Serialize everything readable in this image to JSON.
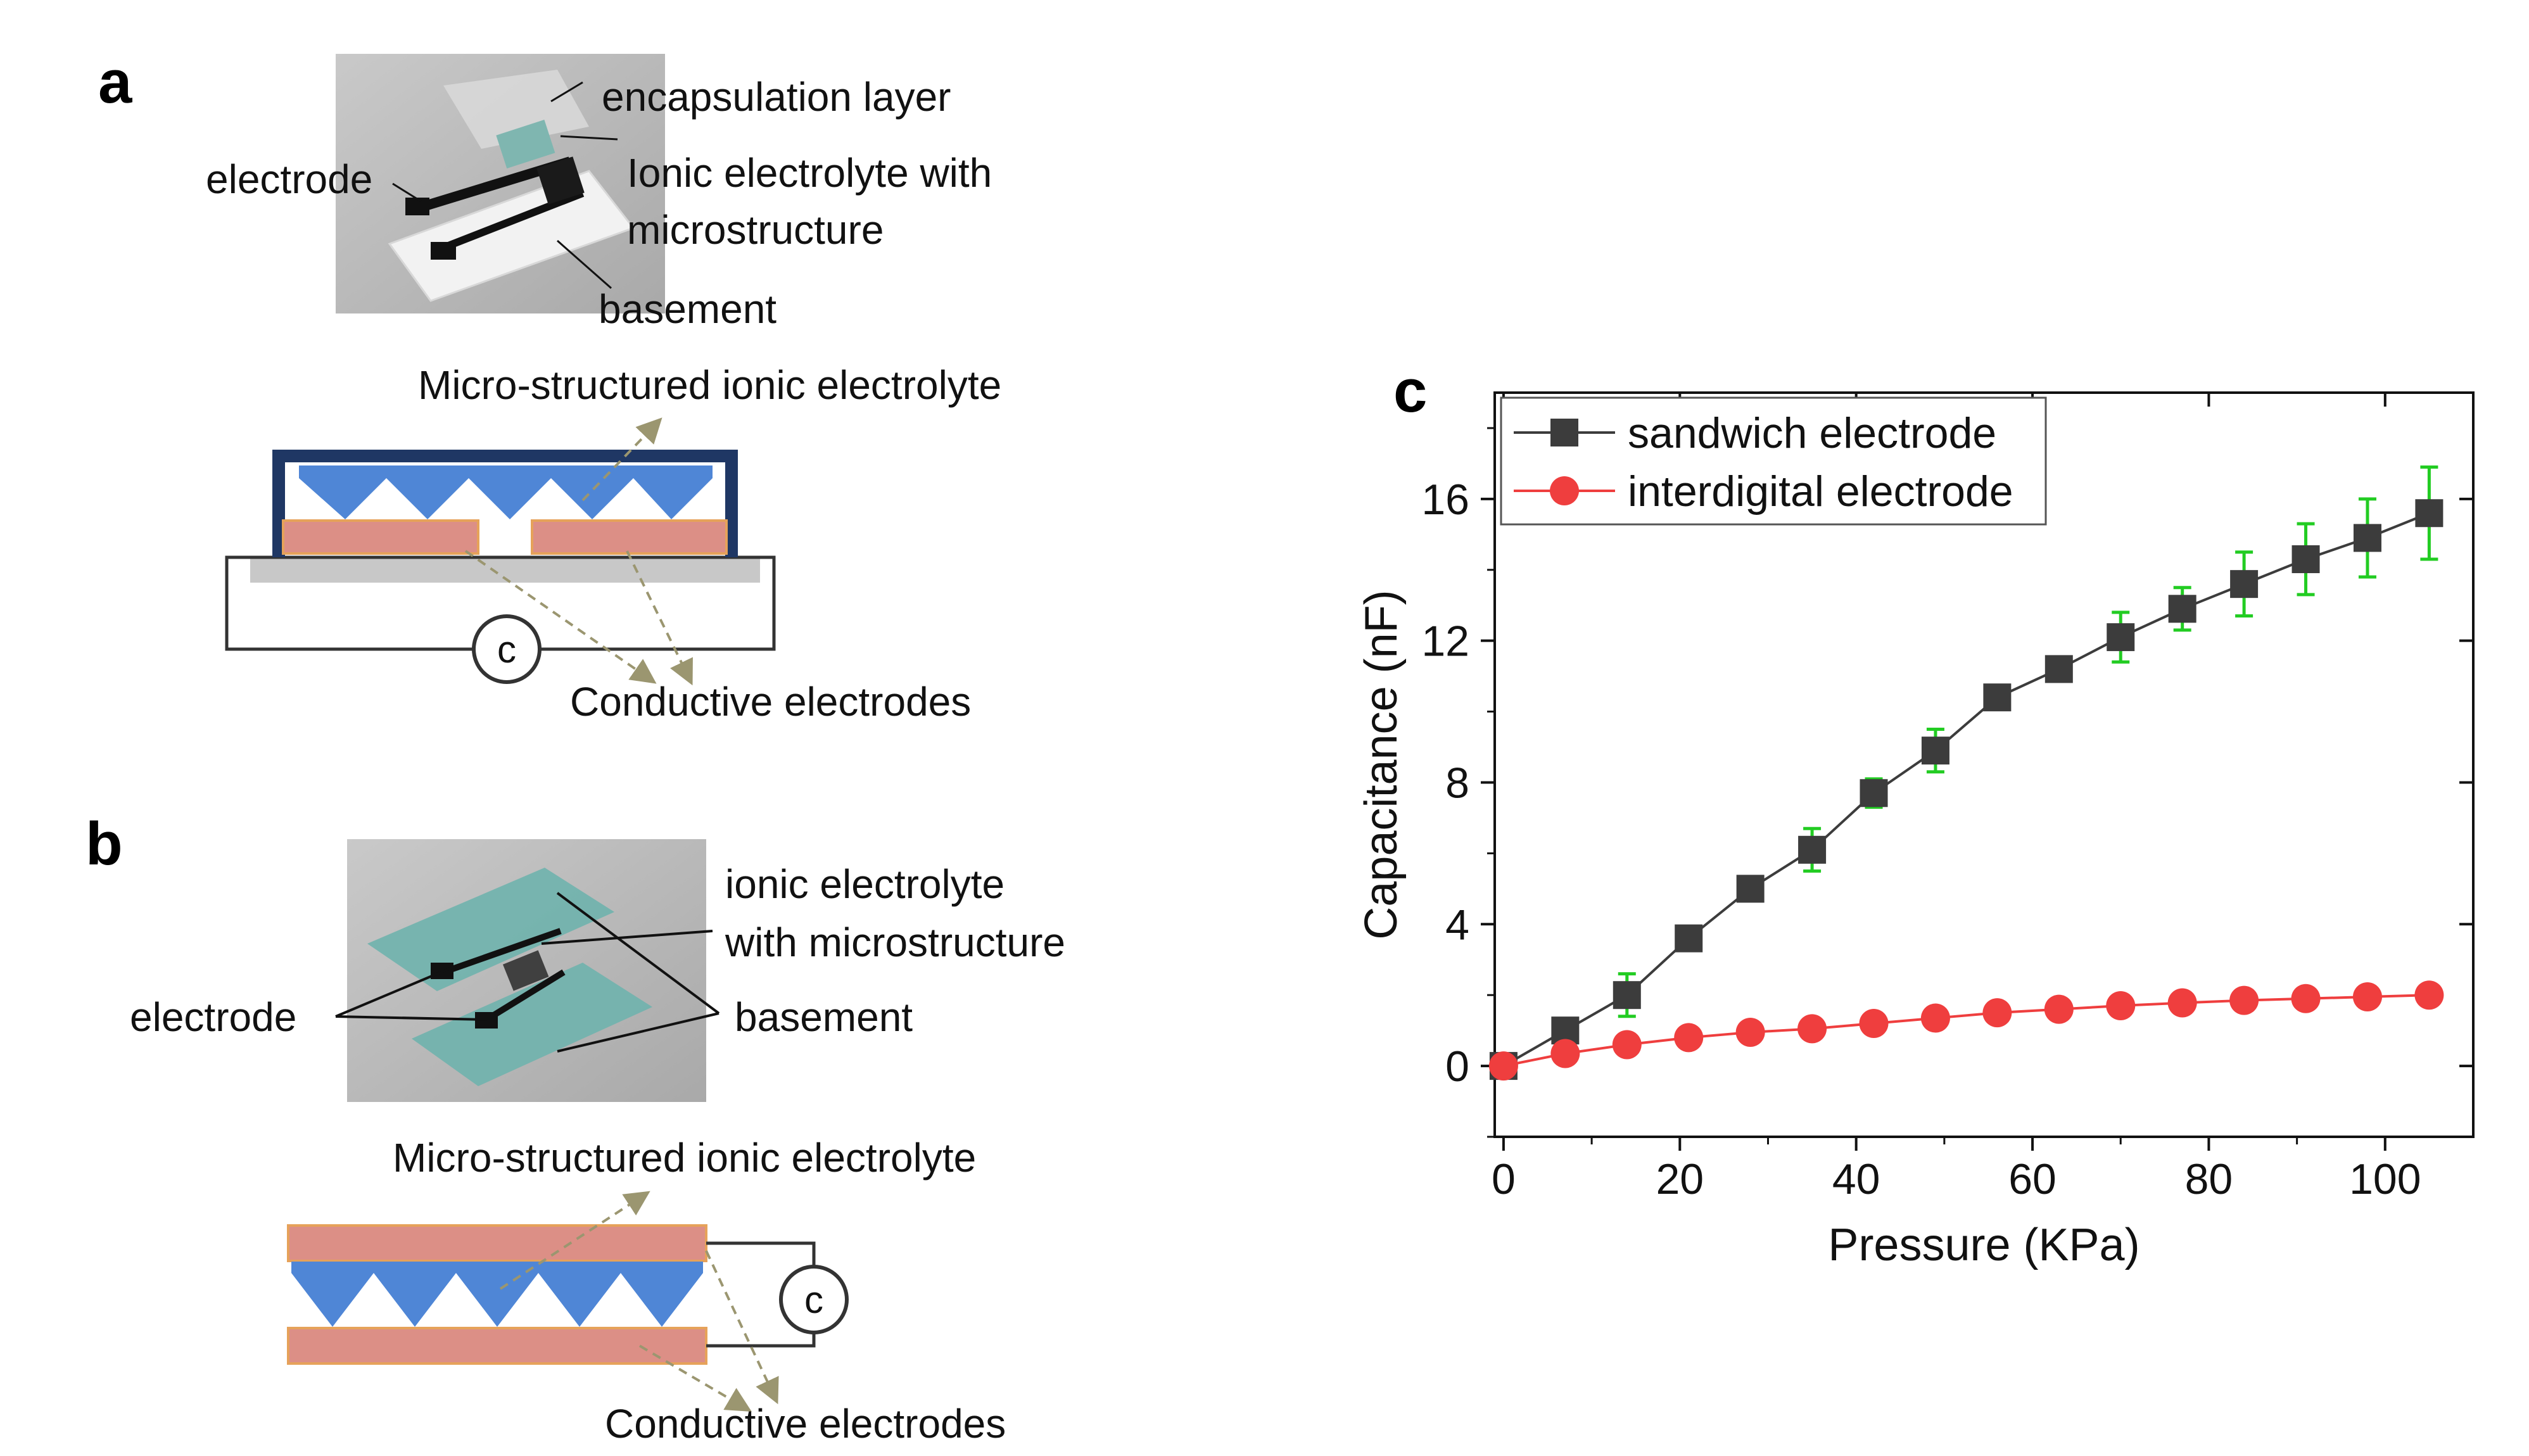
{
  "colors": {
    "gray_photo": "#bdbdbd",
    "electrode_pink": "#dc8f86",
    "electrode_edge": "#e6a25a",
    "electrolyte_blue": "#4f86d6",
    "encap_navy": "#1f3764",
    "substrate_gray": "#c8c8c8",
    "arrow_olive": "#9b9670",
    "teal_sheet": "#6fb3ad",
    "sandwich_series": "#3c3c3c",
    "interdigital_series": "#ef3e3e",
    "error_bar": "#22cc22"
  },
  "panel_a": {
    "label": "a",
    "photo_labels": {
      "encapsulation": "encapsulation layer",
      "electrode": "electrode",
      "ionic_line1": "Ionic electrolyte with",
      "ionic_line2": "microstructure",
      "basement": "basement"
    },
    "schematic": {
      "top_label": "Micro-structured ionic electrolyte",
      "bottom_label": "Conductive electrodes",
      "meter": "c"
    }
  },
  "panel_b": {
    "label": "b",
    "photo_labels": {
      "ionic_line1": "ionic electrolyte",
      "ionic_line2": "with microstructure",
      "electrode": "electrode",
      "basement": "basement"
    },
    "schematic": {
      "top_label": "Micro-structured ionic electrolyte",
      "bottom_label": "Conductive electrodes",
      "meter": "c"
    }
  },
  "panel_c": {
    "label": "c"
  },
  "chart_data": {
    "type": "line",
    "xlabel": "Pressure (KPa)",
    "ylabel": "Capacitance (nF)",
    "xlim": [
      -1,
      110
    ],
    "ylim": [
      -2,
      19
    ],
    "xticks": [
      0,
      20,
      40,
      60,
      80,
      100
    ],
    "yticks": [
      0,
      4,
      8,
      12,
      16
    ],
    "grid": false,
    "legend_position": "top-left",
    "x": [
      0,
      7,
      14,
      21,
      28,
      35,
      42,
      49,
      56,
      63,
      70,
      77,
      84,
      91,
      98,
      105
    ],
    "series": [
      {
        "name": "sandwich electrode",
        "marker": "square",
        "color": "#3c3c3c",
        "values": [
          0,
          1.0,
          2.0,
          3.6,
          5.0,
          6.1,
          7.7,
          8.9,
          10.4,
          11.2,
          12.1,
          12.9,
          13.6,
          14.3,
          14.9,
          15.6
        ],
        "errors": [
          0.1,
          0.3,
          0.6,
          0.3,
          0.2,
          0.6,
          0.4,
          0.6,
          0.3,
          0.3,
          0.7,
          0.6,
          0.9,
          1.0,
          1.1,
          1.3
        ]
      },
      {
        "name": "interdigital electrode",
        "marker": "circle",
        "color": "#ef3e3e",
        "values": [
          0,
          0.35,
          0.6,
          0.8,
          0.95,
          1.05,
          1.2,
          1.35,
          1.5,
          1.6,
          1.7,
          1.78,
          1.85,
          1.9,
          1.95,
          2.0
        ],
        "errors": [
          0.05,
          0.05,
          0.05,
          0.05,
          0.05,
          0.05,
          0.05,
          0.05,
          0.05,
          0.05,
          0.05,
          0.05,
          0.05,
          0.05,
          0.05,
          0.05
        ]
      }
    ]
  }
}
